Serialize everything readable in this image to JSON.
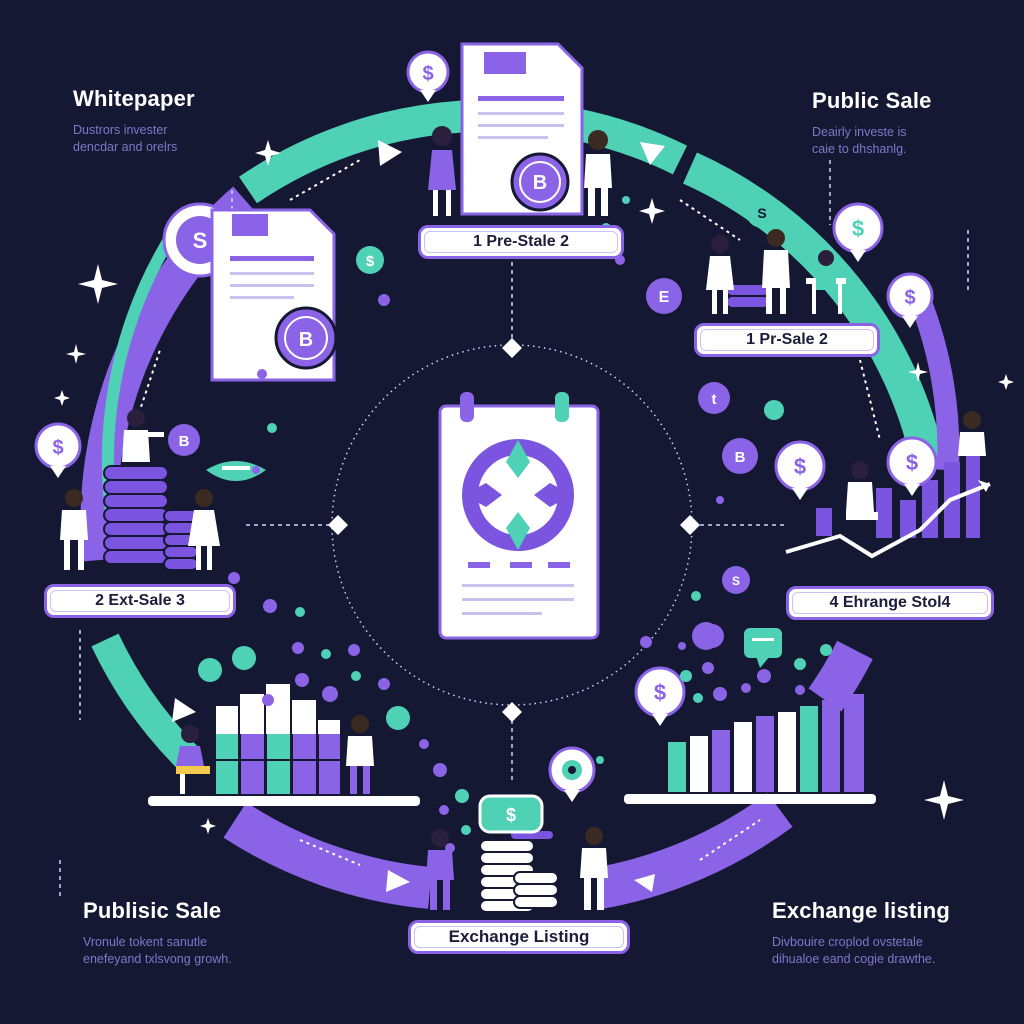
{
  "corners": {
    "top_left": {
      "title": "Whitepaper",
      "desc": [
        "Dustrors invester",
        "dencdar and orelrs"
      ]
    },
    "top_right": {
      "title": "Public Sale",
      "desc": [
        "Deairly investe is",
        "caie to dhshanlg."
      ]
    },
    "bottom_left": {
      "title": "Publisic Sale",
      "desc": [
        "Vronule tokent sanutle",
        "enefeyand txlsvong growh."
      ]
    },
    "bottom_right": {
      "title": "Exchange listing",
      "desc": [
        "Divbouire croplod ovstetale",
        "dihualoe eand cogie drawthe."
      ]
    }
  },
  "stage_labels": {
    "presale_top": "1  Pre-Stale  2",
    "presale_right": "1  Pr-Sale  2",
    "ext_sale": "2  Ext-Sale  3",
    "exchange_stol": "4 Ehrange Stol4",
    "exchange_listing": "Exchange Listing"
  },
  "icon_glyphs": {
    "dollar": "$",
    "bitcoin": "B",
    "euro": "E",
    "t": "t",
    "s": "S"
  },
  "colors": {
    "background": "#141832",
    "purple": "#8a63e6",
    "teal": "#4fd1b5",
    "white": "#ffffff",
    "muted_text": "#7f77c9"
  }
}
